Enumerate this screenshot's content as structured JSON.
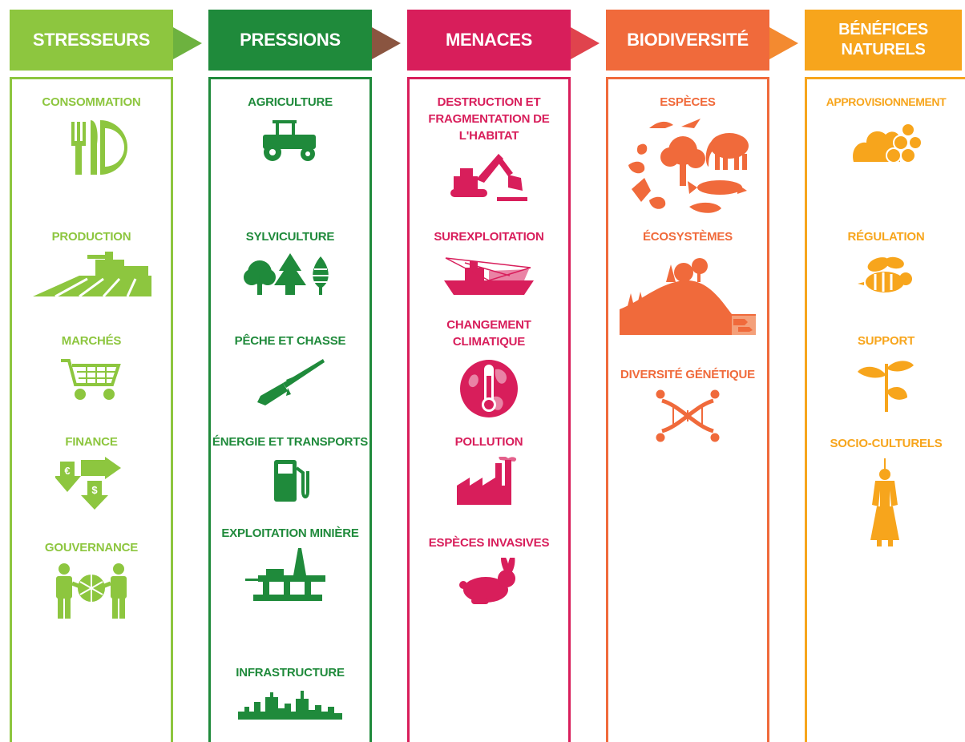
{
  "colors": {
    "stresseurs": "#8dc63f",
    "pressions": "#1f8a3b",
    "menaces": "#d81e5b",
    "biodiversite": "#f06a3b",
    "benefices": "#f7a51c"
  },
  "columns": [
    {
      "header": "STRESSEURS",
      "items": [
        {
          "label": "CONSOMMATION",
          "icon": "cutlery-plate-icon"
        },
        {
          "label": "PRODUCTION",
          "icon": "harvester-field-icon"
        },
        {
          "label": "MARCHÉS",
          "icon": "shopping-cart-icon"
        },
        {
          "label": "FINANCE",
          "icon": "currency-arrows-icon"
        },
        {
          "label": "GOUVERNANCE",
          "icon": "people-globe-icon"
        }
      ]
    },
    {
      "header": "PRESSIONS",
      "items": [
        {
          "label": "AGRICULTURE",
          "icon": "tractor-icon"
        },
        {
          "label": "SYLVICULTURE",
          "icon": "trees-icon"
        },
        {
          "label": "PÊCHE ET CHASSE",
          "icon": "rifle-icon"
        },
        {
          "label": "ÉNERGIE ET TRANSPORTS",
          "icon": "fuel-pump-icon"
        },
        {
          "label": "EXPLOITATION MINIÈRE",
          "icon": "oil-rig-icon"
        },
        {
          "label": "INFRASTRUCTURE",
          "icon": "city-skyline-icon"
        }
      ]
    },
    {
      "header": "MENACES",
      "items": [
        {
          "label": "DESTRUCTION ET FRAGMENTATION DE L'HABITAT",
          "icon": "excavator-icon"
        },
        {
          "label": "SUREXPLOITATION",
          "icon": "fishing-boat-icon"
        },
        {
          "label": "CHANGEMENT CLIMATIQUE",
          "icon": "globe-thermometer-icon"
        },
        {
          "label": "POLLUTION",
          "icon": "factory-icon"
        },
        {
          "label": "ESPÈCES INVASIVES",
          "icon": "rabbit-icon"
        }
      ]
    },
    {
      "header": "BIODIVERSITÉ",
      "items": [
        {
          "label": "ESPÈCES",
          "icon": "animals-plants-icon"
        },
        {
          "label": "ÉCOSYSTÈMES",
          "icon": "landscape-icon"
        },
        {
          "label": "DIVERSITÉ GÉNÉTIQUE",
          "icon": "dna-icon"
        }
      ]
    },
    {
      "header": "BÉNÉFICES NATURELS",
      "items": [
        {
          "label": "APPROVISIONNEMENT",
          "icon": "log-pile-icon"
        },
        {
          "label": "RÉGULATION",
          "icon": "bee-icon"
        },
        {
          "label": "SUPPORT",
          "icon": "seedling-icon"
        },
        {
          "label": "SOCIO-CULTURELS",
          "icon": "traditional-person-icon"
        }
      ]
    }
  ]
}
